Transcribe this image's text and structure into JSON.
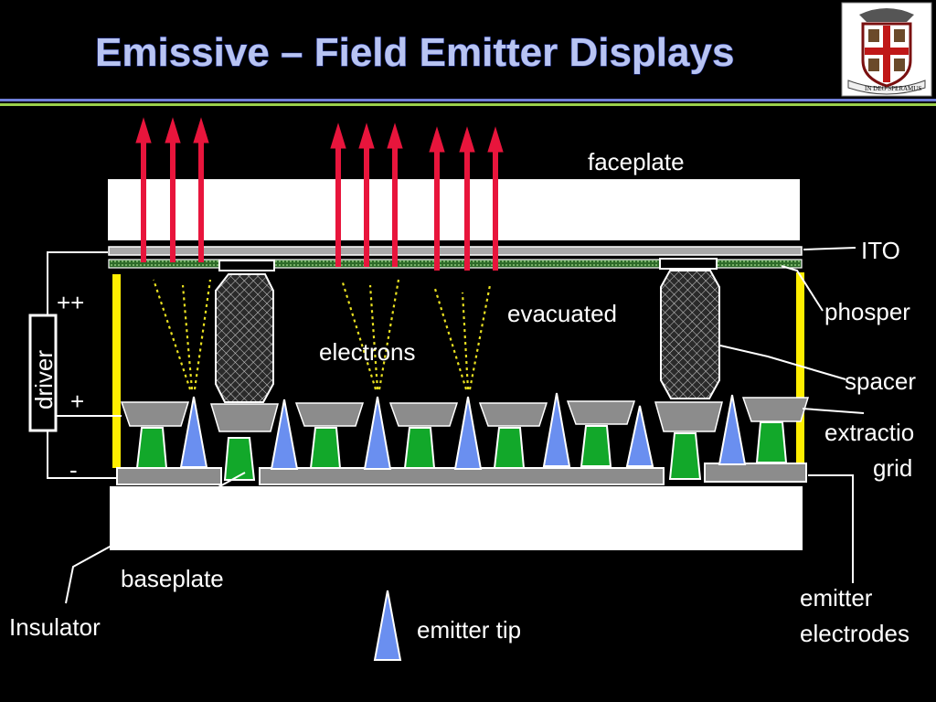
{
  "slide": {
    "title": "Emissive – Field Emitter Displays"
  },
  "crest": {
    "motto": "IN DEO SPERAMUS"
  },
  "labels": {
    "faceplate": "faceplate",
    "ito": "ITO",
    "phosper": "phosper",
    "evacuated": "evacuated",
    "electrons": "electrons",
    "spacer": "spacer",
    "extraction_line1": "extractio",
    "extraction_line2": "grid",
    "driver": "driver",
    "plus_plus": "++",
    "plus": "+",
    "minus": "-",
    "baseplate": "baseplate",
    "insulator": "Insulator",
    "emitter_tip": "emitter tip",
    "emitter_electrodes_line1": "emitter",
    "emitter_electrodes_line2": "electrodes"
  },
  "colors": {
    "background": "#000000",
    "title_fill": "#b8c4f2",
    "title_stroke": "#1a2a88",
    "photon_arrow": "#e8153c",
    "emitter_tip": "#6a8ff0",
    "insulator": "#12a82a",
    "grid": "#8c8c8c",
    "frame_yellow": "#ffee00",
    "electron_path": "#e9e020",
    "divider_green": "#9bd04a"
  }
}
